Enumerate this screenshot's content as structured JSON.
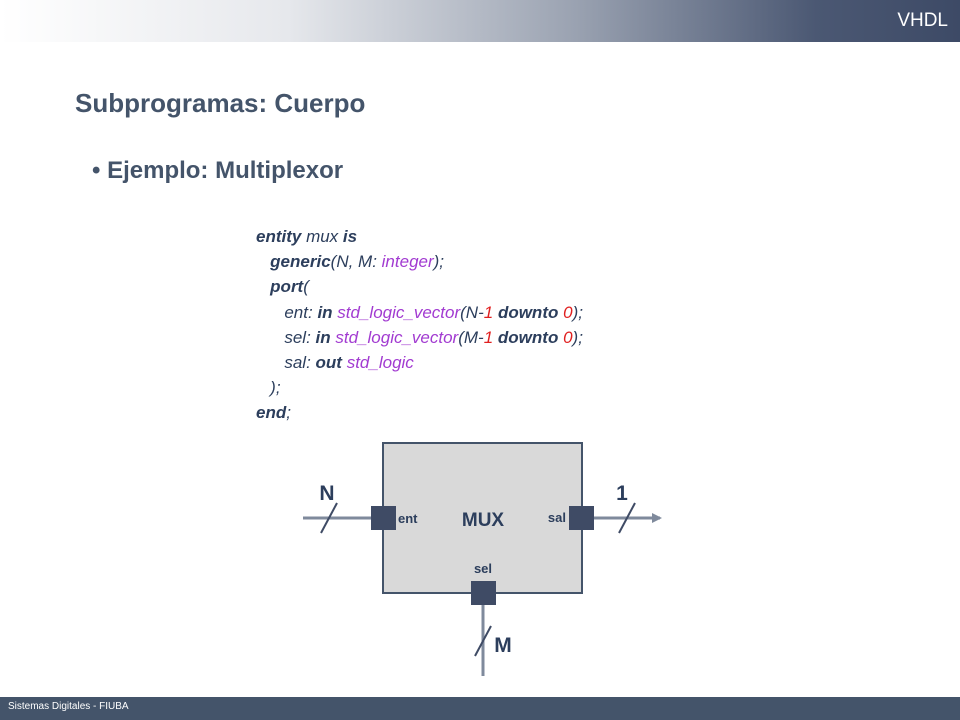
{
  "header": {
    "label": "VHDL"
  },
  "slide": {
    "title": "Subprogramas: Cuerpo",
    "bullet": "Ejemplo: Multiplexor"
  },
  "code": {
    "l1": {
      "a": "entity",
      "b": " mux ",
      "c": "is"
    },
    "l2": {
      "indent": "   ",
      "a": "generic",
      "b": "(N, M: ",
      "c": "integer",
      "d": ");"
    },
    "l3": {
      "indent": "   ",
      "a": "port",
      "b": "("
    },
    "l4": {
      "indent": "      ",
      "a": "ent: ",
      "b": "in",
      "c": " ",
      "d": "std_logic_vector",
      "e": "(N-",
      "f": "1",
      "g": " ",
      "h": "downto",
      "i": " ",
      "j": "0",
      "k": ");"
    },
    "l5": {
      "indent": "      ",
      "a": "sel: ",
      "b": "in",
      "c": " ",
      "d": "std_logic_vector",
      "e": "(M-",
      "f": "1",
      "g": " ",
      "h": "downto",
      "i": " ",
      "j": "0",
      "k": ");"
    },
    "l6": {
      "indent": "      ",
      "a": "sal: ",
      "b": "out",
      "c": " ",
      "d": "std_logic"
    },
    "l7": {
      "indent": "   ",
      "a": ");"
    },
    "l8": {
      "a": "end",
      "b": ";"
    }
  },
  "diagram": {
    "block_label": "MUX",
    "port_ent": "ent",
    "port_sal": "sal",
    "port_sel": "sel",
    "width_ent": "N",
    "width_sal": "1",
    "width_sel": "M"
  },
  "footer": {
    "text": "Sistemas Digitales - FIUBA"
  },
  "colors": {
    "bar": "#44546a",
    "title": "#44546a",
    "keyword_type": "#a23bd1",
    "number": "#e02020",
    "block_fill": "#d9d9d9",
    "port": "#3f4b65"
  }
}
